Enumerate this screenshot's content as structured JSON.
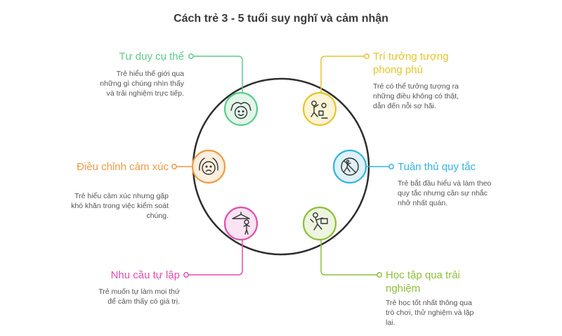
{
  "title": "Cách trẻ 3 - 5 tuổi suy nghĩ và cảm nhận",
  "nodes": [
    {
      "heading": "Tư duy cụ thể",
      "description": "Trẻ hiểu thế giới qua những gì chúng nhìn thấy và trải nghiệm trực tiếp.",
      "color": "#5ccc8a",
      "fill": "#e3f6ea",
      "icon": "happy-child-hands-icon"
    },
    {
      "heading": "Trí tưởng tượng phong phú",
      "description": "Trẻ có thể tưởng tượng ra những điều không có thật, dẫn đến nỗi sợ hãi.",
      "color": "#e7c52c",
      "fill": "#fbf4d6",
      "icon": "playing-child-icon"
    },
    {
      "heading": "Tuân thủ quy tắc",
      "description": "Trẻ bắt đầu hiểu và làm theo quy tắc nhưng cần sự nhắc nhở nhất quán.",
      "color": "#33b4e0",
      "fill": "#dff2fa",
      "icon": "no-running-sign-icon"
    },
    {
      "heading": "Học tập qua trải nghiệm",
      "description": "Trẻ học tốt nhất thông qua trò chơi, thử nghiệm và lặp lại.",
      "color": "#8fbf3a",
      "fill": "#edf5df",
      "icon": "hands-on-learning-icon"
    },
    {
      "heading": "Nhu cầu tự lập",
      "description": "Trẻ muốn tự làm mọi thứ để cảm thấy có giá trị.",
      "color": "#df4fae",
      "fill": "#fae3f2",
      "icon": "dressing-self-icon"
    },
    {
      "heading": "Điều chỉnh cảm xúc",
      "description": "Trẻ hiểu cảm xúc nhưng gặp khó khăn trong việc kiểm soát chúng.",
      "color": "#ef9b45",
      "fill": "#fdefdf",
      "icon": "emotional-face-icon"
    }
  ]
}
